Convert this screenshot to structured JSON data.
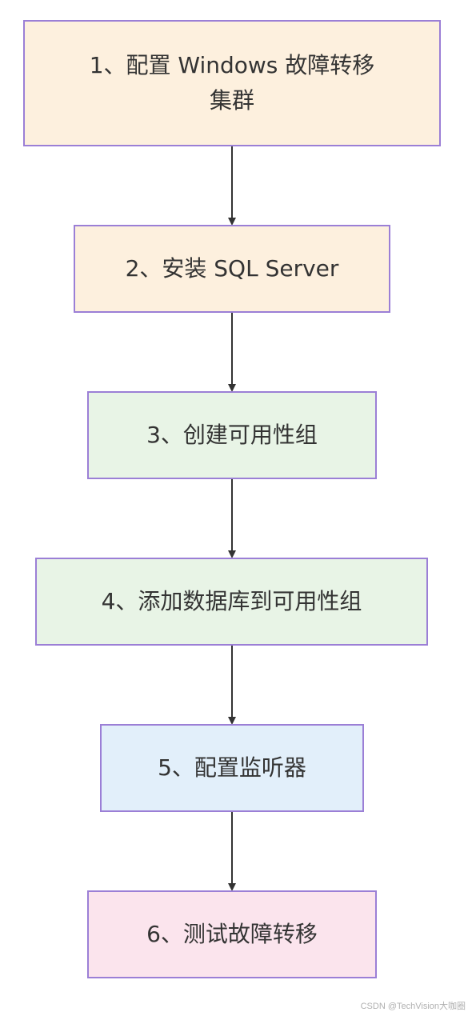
{
  "steps": [
    {
      "label": "1、配置 Windows 故障转移\n集群",
      "color": "#fdf0de"
    },
    {
      "label": "2、安装 SQL Server",
      "color": "#fdf0de"
    },
    {
      "label": "3、创建可用性组",
      "color": "#e8f4e6"
    },
    {
      "label": "4、添加数据库到可用性组",
      "color": "#e8f4e6"
    },
    {
      "label": "5、配置监听器",
      "color": "#e2effa"
    },
    {
      "label": "6、测试故障转移",
      "color": "#fbe4ed"
    }
  ],
  "colors": {
    "border": "#9b7fd6",
    "arrow": "#333333",
    "text": "#333333"
  },
  "watermark": "CSDN @TechVision大咖圈"
}
